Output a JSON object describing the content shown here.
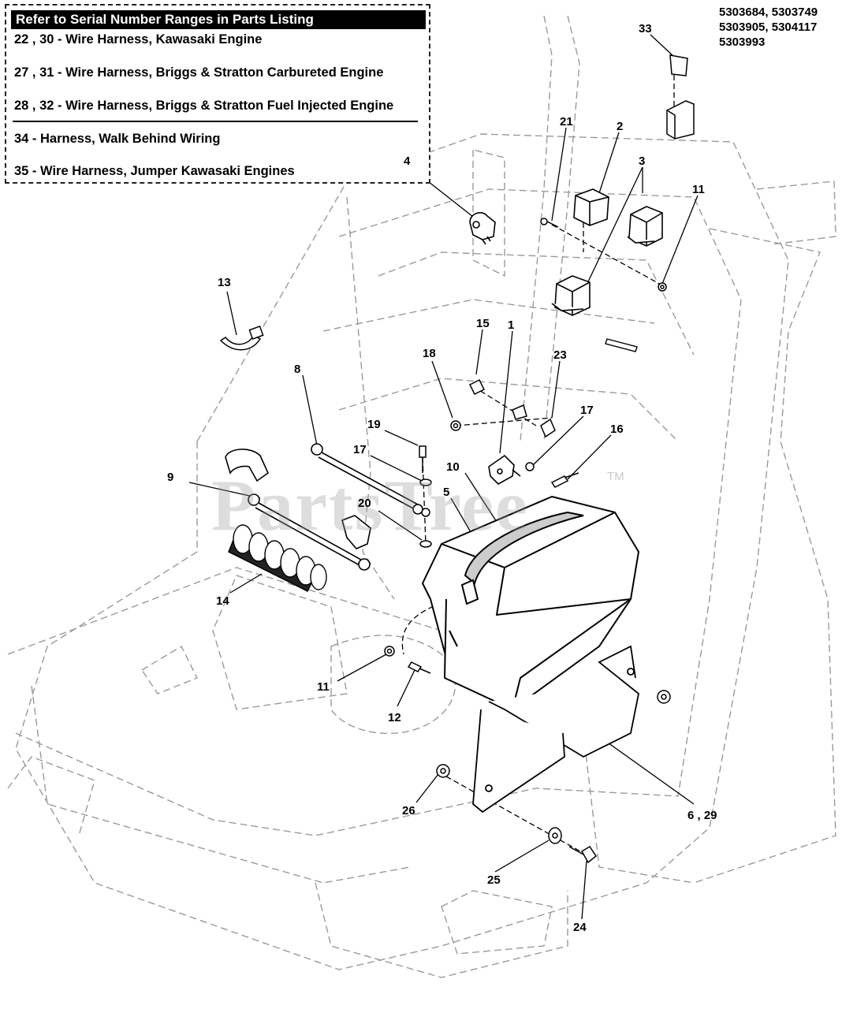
{
  "legend": {
    "header": "Refer to Serial Number Ranges in Parts Listing",
    "items": [
      "22 , 30 - Wire Harness, Kawasaki Engine",
      "27 , 31 - Wire Harness, Briggs & Stratton Carbureted Engine",
      "28 , 32 - Wire Harness, Briggs & Stratton Fuel Injected Engine",
      "34 - Harness, Walk Behind Wiring",
      "35 - Wire Harness, Jumper Kawasaki Engines"
    ]
  },
  "serials": [
    "5303684, 5303749",
    "5303905, 5304117",
    "5303993"
  ],
  "callouts": {
    "c33": "33",
    "c21": "21",
    "c2": "2",
    "c3": "3",
    "c4": "4",
    "c11a": "11",
    "c13": "13",
    "c15": "15",
    "c1": "1",
    "c18": "18",
    "c23": "23",
    "c8": "8",
    "c17a": "17",
    "c16": "16",
    "c19": "19",
    "c17b": "17",
    "c10": "10",
    "c9": "9",
    "c5": "5",
    "c20": "20",
    "c14": "14",
    "c11b": "11",
    "c12": "12",
    "c6_29": "6 , 29",
    "c26": "26",
    "c25": "25",
    "c24": "24"
  },
  "watermark": {
    "text": "PartsTree",
    "tm": "TM"
  },
  "colors": {
    "ink": "#000000",
    "frame_dash": "#9a9a9a",
    "part_fill": "#ffffff",
    "watermark": "#969696"
  }
}
